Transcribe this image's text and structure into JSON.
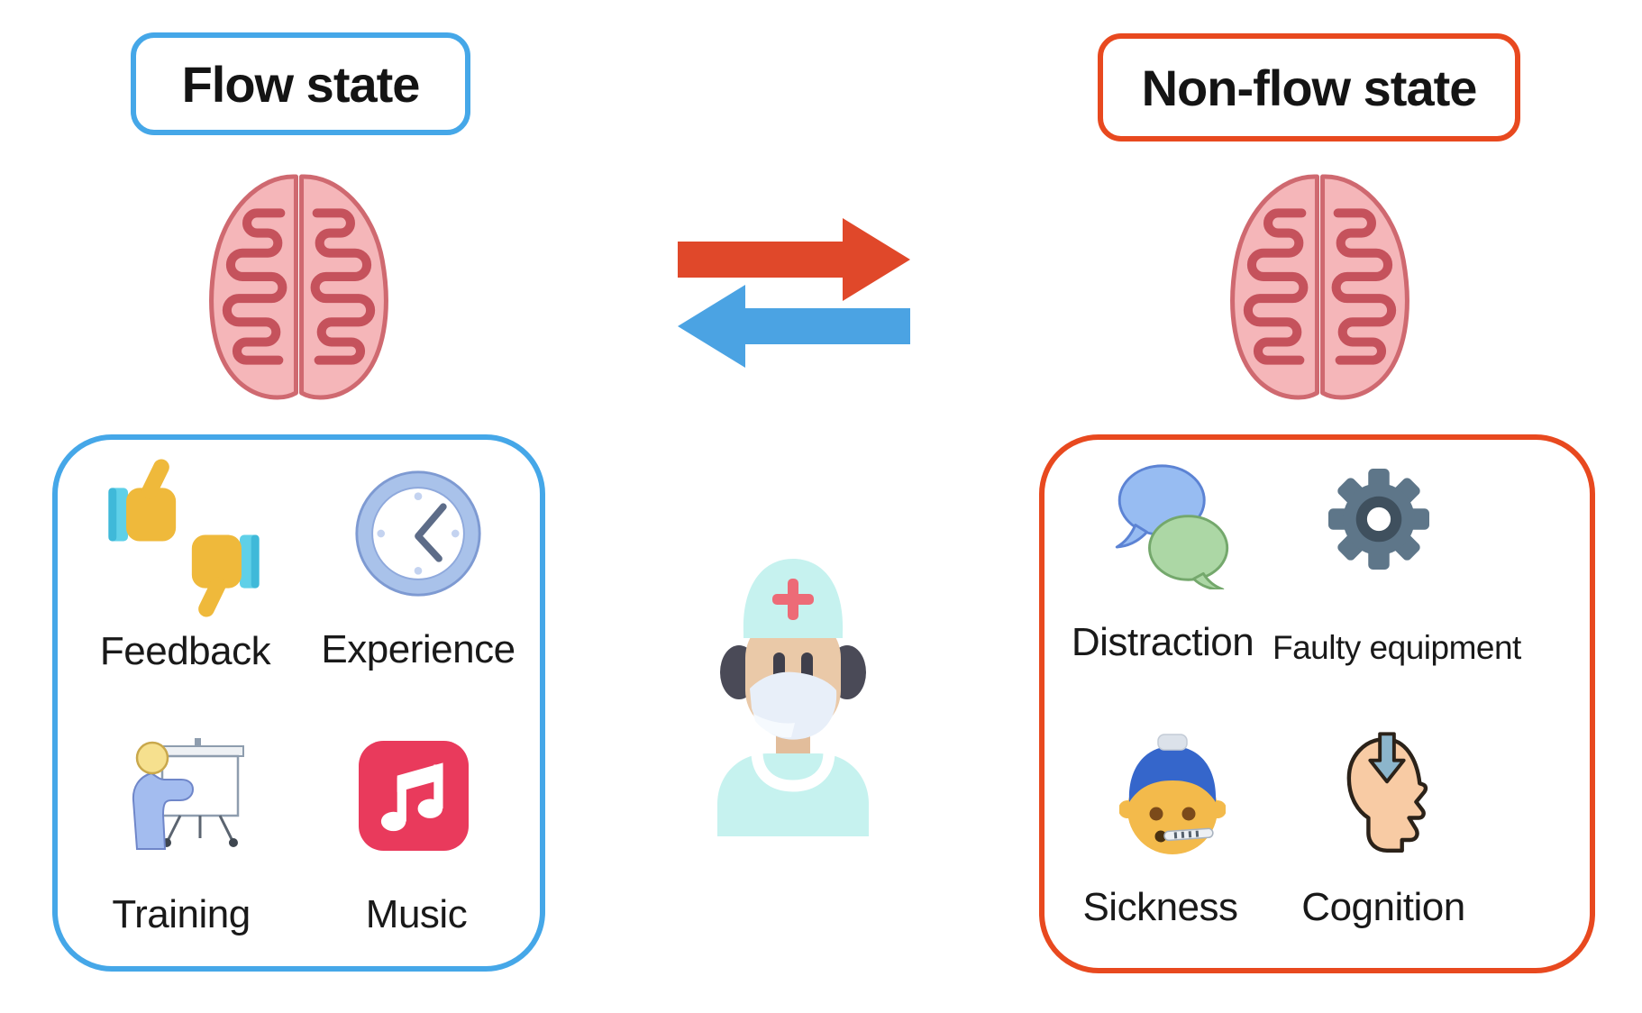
{
  "figure": {
    "left_panel": {
      "title": "Flow state",
      "accent_color": "#45A7E8",
      "factors": [
        {
          "label": "Feedback",
          "icon": "thumbs-up-down-icon"
        },
        {
          "label": "Experience",
          "icon": "clock-icon"
        },
        {
          "label": "Training",
          "icon": "presentation-trainer-icon"
        },
        {
          "label": "Music",
          "icon": "music-note-icon"
        }
      ]
    },
    "right_panel": {
      "title": "Non-flow state",
      "accent_color": "#E8491F",
      "factors": [
        {
          "label": "Distraction",
          "icon": "speech-bubbles-icon"
        },
        {
          "label": "Faulty equipment",
          "icon": "gear-icon"
        },
        {
          "label": "Sickness",
          "icon": "sick-face-thermometer-icon"
        },
        {
          "label": "Cognition",
          "icon": "head-down-arrow-icon"
        }
      ]
    },
    "center": {
      "top_arrow": {
        "direction": "right",
        "color": "#E0482A"
      },
      "bottom_arrow": {
        "direction": "left",
        "color": "#4BA3E3"
      },
      "figure_icon": "surgeon-icon",
      "brain_icon": "brain-icon",
      "brain_fill": "#F5B6B9",
      "brain_line": "#C5525C"
    }
  }
}
